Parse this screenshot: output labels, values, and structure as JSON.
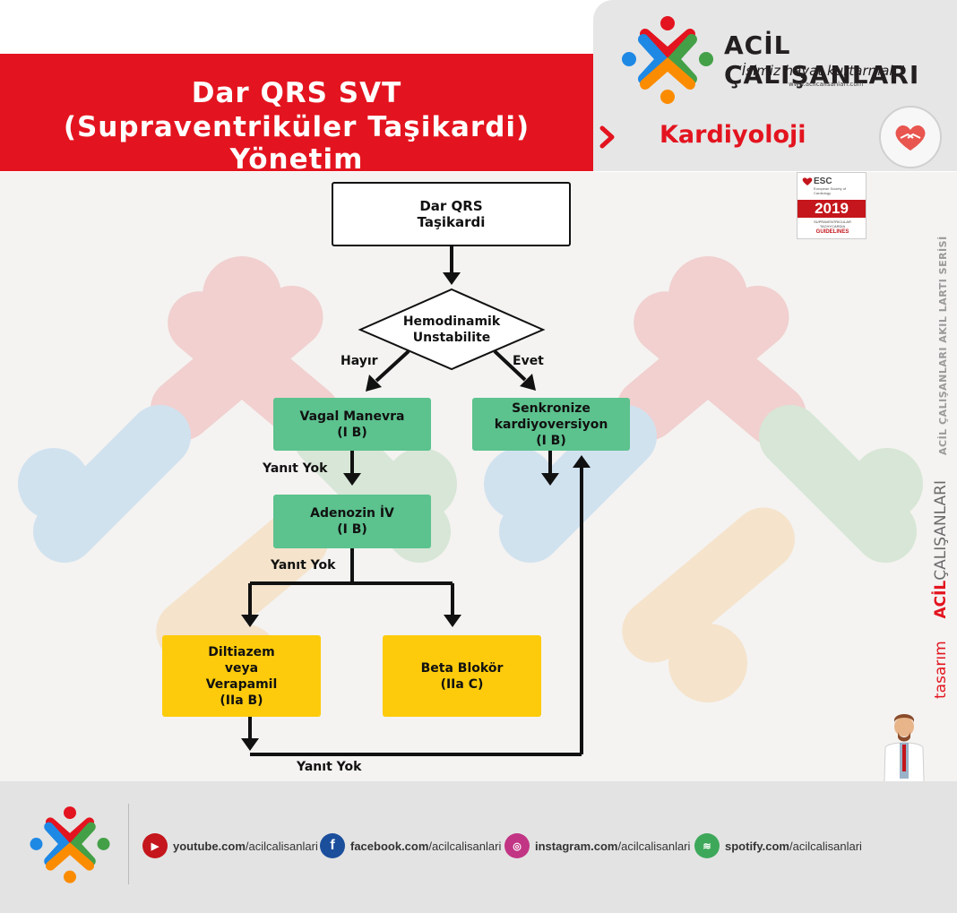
{
  "header": {
    "title_line1": "Dar QRS SVT",
    "title_line2": "(Supraventriküler Taşikardi) Yönetim",
    "brand_name": "ACİL ÇALIŞANLARI",
    "brand_slogan": "“İşimiz hayat kurtarmak”",
    "brand_url": "www.acilcalisanlari.com",
    "category": "Kardiyoloji"
  },
  "badge": {
    "org": "ESC",
    "org_full": "European Society of Cardiology",
    "year": "2019",
    "topic": "SUPRAVENTRICULAR TACHYCARDIA",
    "label": "GUIDELINES"
  },
  "side": {
    "series": "ACİL ÇALIŞANLARI AKIL LARTI SERİSİ",
    "design_prefix": "tasarım",
    "design_acil": "ACİL",
    "design_rest": "ÇALIŞANLARI"
  },
  "flowchart": {
    "start": "Dar QRS\nTaşikardi",
    "decision": "Hemodinamik\nUnstabilite",
    "no_label": "Hayır",
    "yes_label": "Evet",
    "vagal": "Vagal Manevra\n(I B)",
    "cardioversion": "Senkronize\nkardiyoversiyon\n(I B)",
    "adenosine": "Adenozin İV\n(I B)",
    "diltiazem": "Diltiazem\nveya\nVerapamil\n(IIa B)",
    "beta": "Beta Blokör\n(IIa C)",
    "no_response_1": "Yanıt Yok",
    "no_response_2": "Yanıt Yok",
    "no_response_3": "Yanıt Yok"
  },
  "footer": {
    "links": [
      {
        "icon": "youtube-icon",
        "domain": "youtube.com",
        "path": "/acilcalisanlari",
        "color": "#c4161c"
      },
      {
        "icon": "facebook-icon",
        "domain": "facebook.com",
        "path": "/acilcalisanlari",
        "color": "#1b4f9c"
      },
      {
        "icon": "instagram-icon",
        "domain": "instagram.com",
        "path": "/acilcalisanlari",
        "color": "#c13584"
      },
      {
        "icon": "spotify-icon",
        "domain": "spotify.com",
        "path": "/acilcalisanlari",
        "color": "#3ea85a"
      }
    ]
  },
  "colors": {
    "red": "#e3141f",
    "green": "#5cc28e",
    "yellow": "#fdcb0c"
  }
}
